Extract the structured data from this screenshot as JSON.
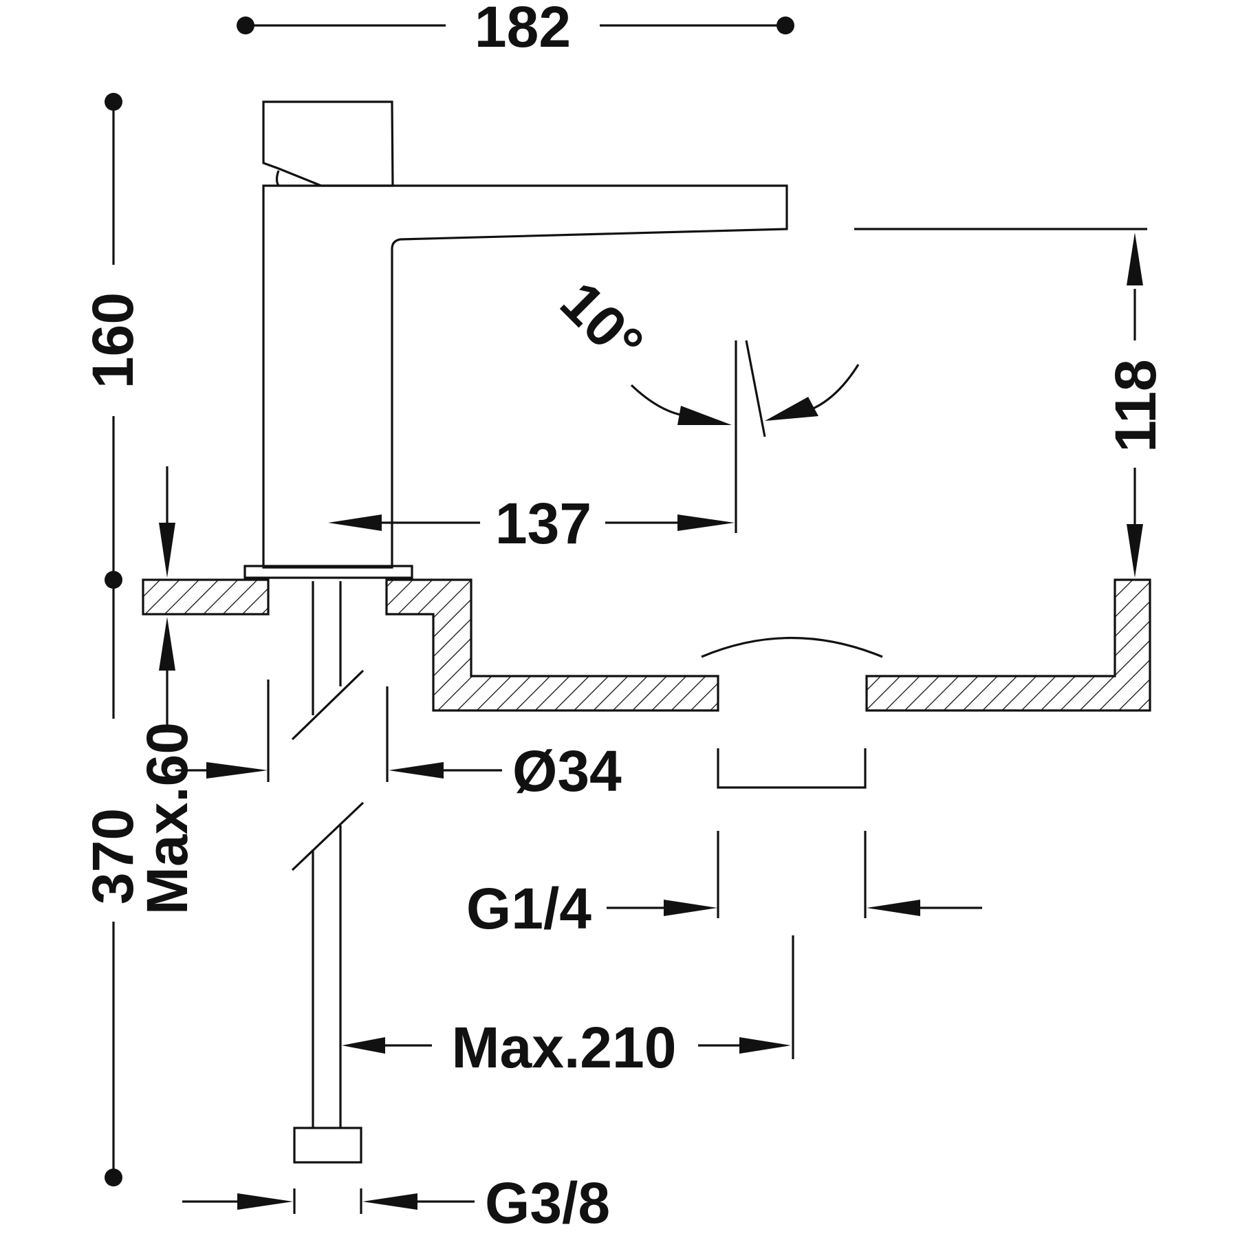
{
  "drawing": {
    "colors": {
      "line": "#111111",
      "background": "#ffffff"
    },
    "dimensions": {
      "overall_width": "182",
      "spout_height": "160",
      "spout_reach": "137",
      "spout_angle": "10°",
      "clearance_height": "118",
      "total_height": "370",
      "max_deck_thickness": "Max.60",
      "hole_diameter": "Ø34",
      "waste_thread": "G1/4",
      "max_hose_distance": "Max.210",
      "supply_thread": "G3/8"
    }
  }
}
